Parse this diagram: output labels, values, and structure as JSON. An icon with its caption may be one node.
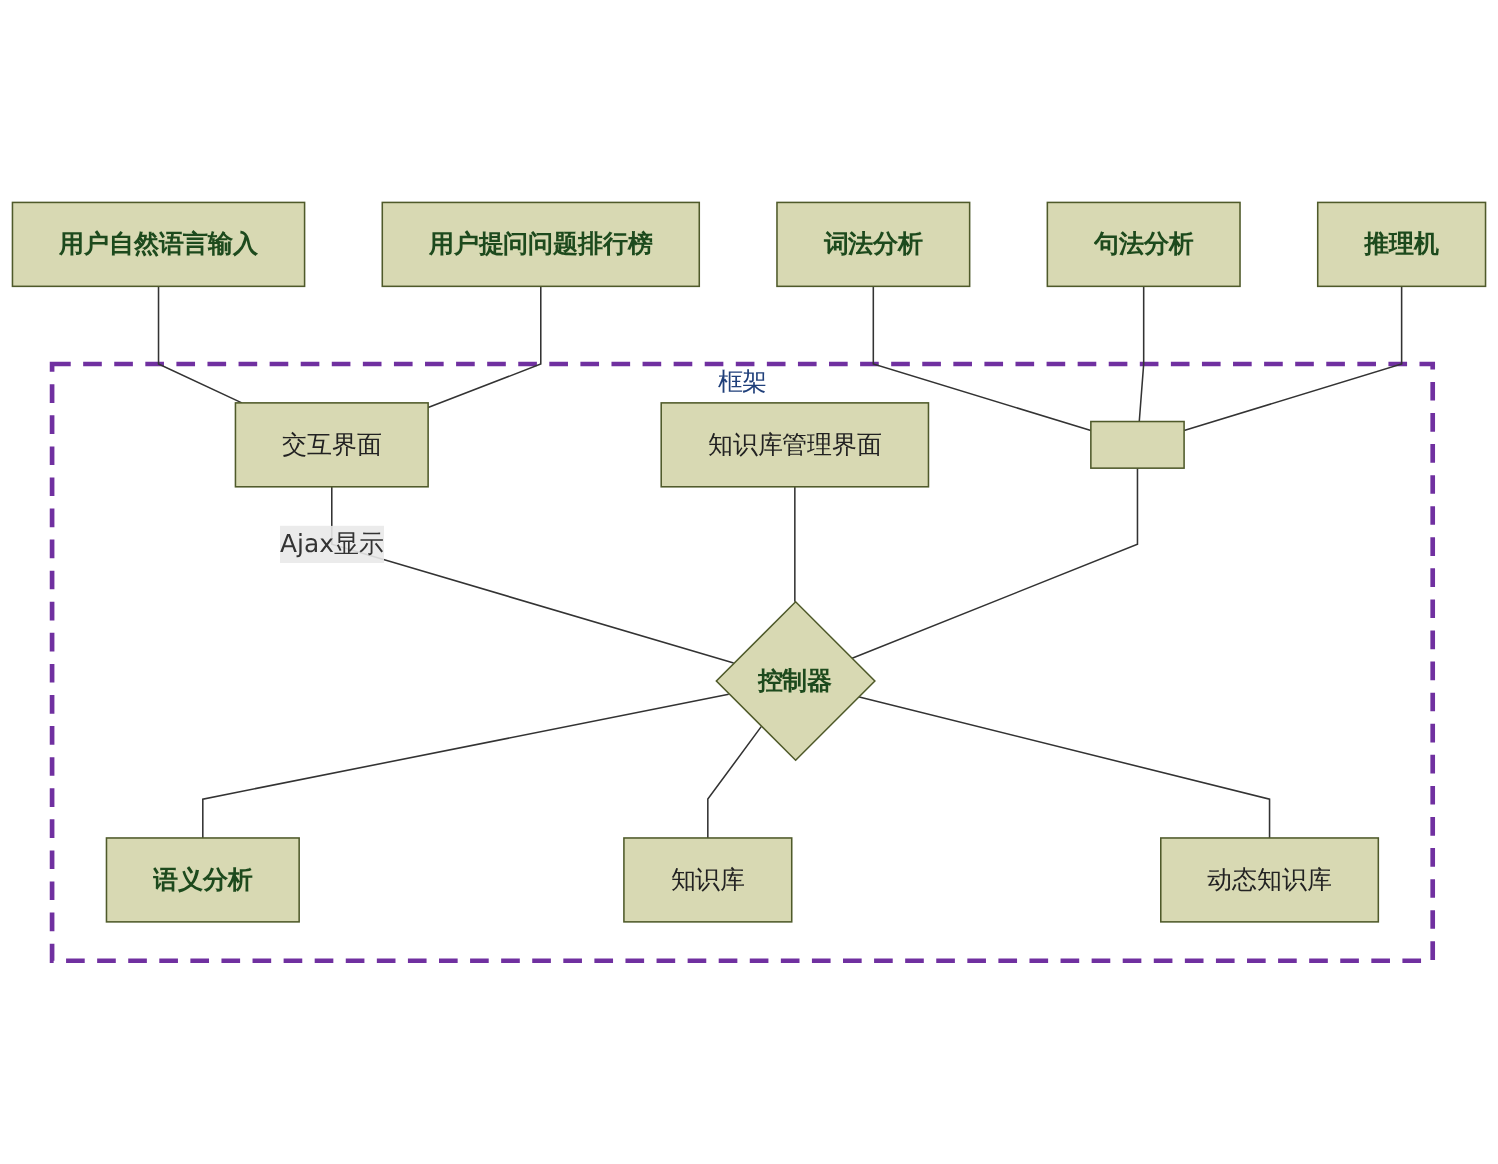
{
  "diagram": {
    "nodes": [
      {
        "text": [
          "用户自然语言输入"
        ]
      },
      {
        "text": [
          "用户提问问题排行榜"
        ]
      },
      {
        "text": [
          "框架"
        ]
      },
      {
        "text": [
          "交互界面"
        ],
        "in": 2
      },
      {
        "text": [
          "知识库管理界面"
        ],
        "in": 2
      },
      {
        "text": [
          "词法分析"
        ]
      },
      {
        "text": [],
        "shape": "box",
        "in": 2
      },
      {
        "text": [
          "控制器"
        ],
        "in": 2
      },
      {
        "text": [
          "语义分析"
        ],
        "in": 2
      },
      {
        "text": [
          "句法分析"
        ]
      },
      {
        "text": [
          "推理机"
        ]
      },
      {
        "text": [
          "知识库"
        ],
        "in": 2
      },
      {
        "text": [
          "动态知识库"
        ],
        "in": 2
      }
    ],
    "edges": [
      {
        "from": 0,
        "to": 3,
        "arrow": "none"
      },
      {
        "from": 1,
        "to": 3,
        "arrow": "none"
      },
      {
        "from": 3,
        "to": 7,
        "arrow": "none",
        "label": "Ajax显示"
      },
      {
        "from": 4,
        "to": 7,
        "arrow": "none"
      },
      {
        "from": 6,
        "to": 7,
        "arrow": "none"
      },
      {
        "from": 7,
        "to": 8,
        "arrow": "none"
      },
      {
        "from": 7,
        "to": 11,
        "arrow": "none"
      },
      {
        "from": 7,
        "to": 12,
        "arrow": "none"
      },
      {
        "from": 5,
        "to": 6,
        "arrow": "none"
      },
      {
        "from": 9,
        "to": 6,
        "arrow": "none"
      },
      {
        "from": 10,
        "to": 6,
        "arrow": "none"
      }
    ]
  }
}
